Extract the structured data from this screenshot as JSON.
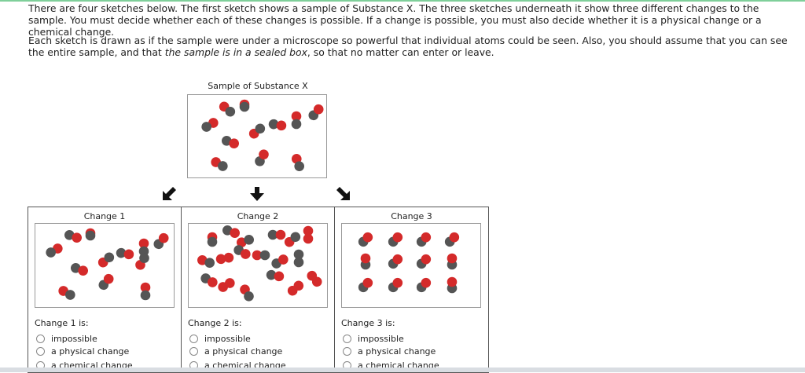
{
  "intro": {
    "p1": "There are four sketches below. The first sketch shows a sample of Substance X. The three sketches underneath it show three different changes to the sample. You must decide whether each of these changes is possible. If a change is possible, you must also decide whether it is a physical change or a chemical change.",
    "p2_a": "Each sketch is drawn as if the sample were under a microscope so powerful that individual atoms could be seen. Also, you should assume that you can see the entire sample, and that ",
    "p2_em": "the sample is in a sealed box",
    "p2_b": ", so that no matter can enter or leave."
  },
  "sample": {
    "title": "Sample of Substance X"
  },
  "panels": [
    {
      "title": "Change 1",
      "label": "Change 1 is:"
    },
    {
      "title": "Change 2",
      "label": "Change 2 is:"
    },
    {
      "title": "Change 3",
      "label": "Change 3 is:"
    }
  ],
  "options": [
    "impossible",
    "a physical change",
    "a chemical change"
  ],
  "colors": {
    "red_atom": "#d42a2a",
    "gray_atom": "#555555",
    "border": "#999999",
    "accent_line": "#7fcf9a"
  },
  "icons": {
    "arrow_left": "arrow-down-left-icon",
    "arrow_mid": "arrow-down-icon",
    "arrow_right": "arrow-down-right-icon"
  }
}
